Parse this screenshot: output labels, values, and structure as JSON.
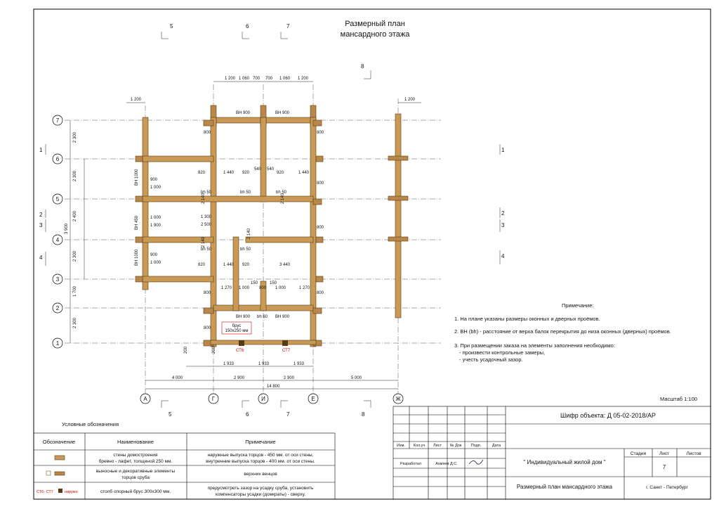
{
  "title": {
    "line1": "Размерный план",
    "line2": "мансардного этажа"
  },
  "section_marks": [
    "5",
    "6",
    "7",
    "8",
    "1",
    "2",
    "3",
    "4"
  ],
  "axes": {
    "rows": [
      "7",
      "6",
      "5",
      "4",
      "3",
      "2",
      "1"
    ],
    "cols": [
      "А",
      "Г",
      "И",
      "Е",
      "Ж"
    ]
  },
  "dims": {
    "top": [
      "1 200",
      "1 060",
      "700",
      "700",
      "1 060",
      "1 200"
    ],
    "left_outer": [
      "2 300",
      "2 300",
      "2 400",
      "2 300",
      "1 700",
      "2 300"
    ],
    "left_inner": [
      "3 900"
    ],
    "bottom": [
      "4 000",
      "2 900",
      "2 900",
      "5 000"
    ],
    "bottom_total": "14 800",
    "bottom_inner": [
      "1 933",
      "1 933",
      "1 933"
    ],
    "right_top": "1 200",
    "misc": [
      "1 200",
      "820",
      "1 440",
      "920",
      "540",
      "540",
      "920",
      "1 440",
      "820",
      "1 440",
      "920",
      "3 440",
      "1 270",
      "1 000",
      "800",
      "1 000",
      "1 270",
      "150",
      "150",
      "900",
      "1 000",
      "1 000",
      "1 900",
      "900",
      "1 000",
      "1 300",
      "2 500",
      "2 140",
      "2 140",
      "2 140",
      "2 140",
      "800",
      "800",
      "800",
      "800",
      "800",
      "800",
      "800",
      "200",
      "200"
    ]
  },
  "openings": [
    "ВН 900",
    "ВН 900",
    "ВН 1000",
    "ВН 450",
    "ВН 1000",
    "ВН 900",
    "ВН 900",
    "bh 60",
    "bh 50",
    "bh 50",
    "bh 50",
    "bh 50",
    "bh 50"
  ],
  "brus": {
    "line1": "брус",
    "line2": "150х250 мм"
  },
  "post_tags": [
    "СТ6",
    "СТ7"
  ],
  "note": {
    "heading": "Примечание:",
    "items": [
      "1. На плане указаны размеры оконных и дверных проёмов.",
      "2. ВН (bh) - расстояние от верха балок перекрытия до низа оконных (дверных) проёмов.",
      "3. При размещении заказа на элементы заполнения необходимо:"
    ],
    "subitems": [
      "-  произвести контрольные замеры,",
      "-  учесть усадочный зазор."
    ]
  },
  "scale": "Масштаб 1:100",
  "legend": {
    "title": "Условные обозначения",
    "headers": [
      "Обозначение",
      "Наименование",
      "Примечание"
    ],
    "rows": [
      {
        "symbol": "",
        "name": [
          "стены домостроения",
          "бревно - лафет, толщиной 250 мм."
        ],
        "note": [
          "наружные   выпуска торцов - 450 мм. от оси стены,",
          "внутренние выпуска торцов - 400 мм. от оси стены."
        ]
      },
      {
        "symbol": "",
        "name": [
          "выносные и декоративные элементы",
          "торцов сруба"
        ],
        "note": [
          "верхних венцов"
        ]
      },
      {
        "symbol": "СТ6- СТ7",
        "symbol2": "наружн",
        "name": [
          "столб опорный брус 300х300 мм."
        ],
        "note": [
          "предусмотреть зазор на усадку сруба, установить",
          "компенсаторы усадки (домкраты) - сверху."
        ]
      }
    ]
  },
  "stamp": {
    "code": "Шифр объекта: Д 05-02-2018/АР",
    "cols": [
      "Изм.",
      "Кол.уч",
      "Лист",
      "№ Док",
      "Подп.",
      "Дата"
    ],
    "role": "Разработал",
    "author": "Ахмяев Д.С.",
    "project": "\" Индивидуальный жилой дом \"",
    "stage_h": "Стадия",
    "sheet_h": "Лист",
    "sheets_h": "Листов",
    "sheet_no": "7",
    "drawing": "Размерный план мансардного этажа",
    "city": "г. Санкт - Петербург"
  }
}
